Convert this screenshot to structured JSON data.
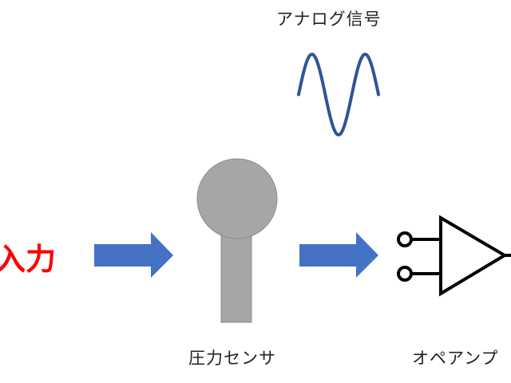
{
  "labels": {
    "analog_signal": "アナログ信号",
    "input": "入力",
    "pressure_sensor": "圧力センサ",
    "op_amp": "オペアンプ"
  },
  "colors": {
    "input_text": "#ff0000",
    "arrow_fill": "#4472c4",
    "sine_wave": "#2f5597",
    "sensor_fill": "#a6a6a6"
  }
}
